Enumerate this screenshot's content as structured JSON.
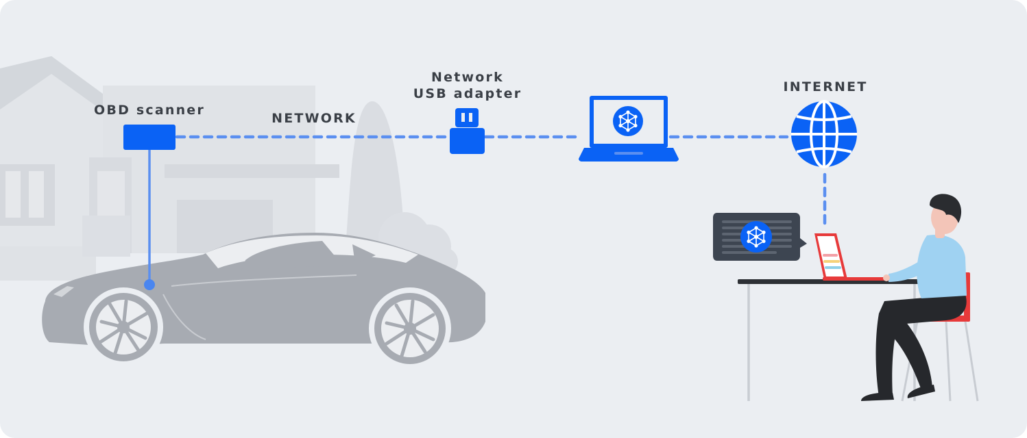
{
  "labels": {
    "obd_scanner": "OBD scanner",
    "network": "NETWORK",
    "usb_adapter_line1": "Network",
    "usb_adapter_line2": "USB adapter",
    "internet": "INTERNET"
  },
  "icons": {
    "scanner": "obd-scanner-icon",
    "usb": "usb-adapter-icon",
    "laptop": "laptop-icon",
    "globe": "globe-icon",
    "app": "network-hub-icon"
  },
  "colors": {
    "background": "#ebeef2",
    "accent_blue": "#0a62f5",
    "connector_blue": "#5b8ff0",
    "label_text": "#3a3f46",
    "car_grey": "#a7abb2",
    "house_grey": "#dcdfe4",
    "desk_red": "#e73a3a",
    "person_shirt": "#9fd2f2",
    "person_pants": "#26282c",
    "bubble_dark": "#3d4551"
  }
}
